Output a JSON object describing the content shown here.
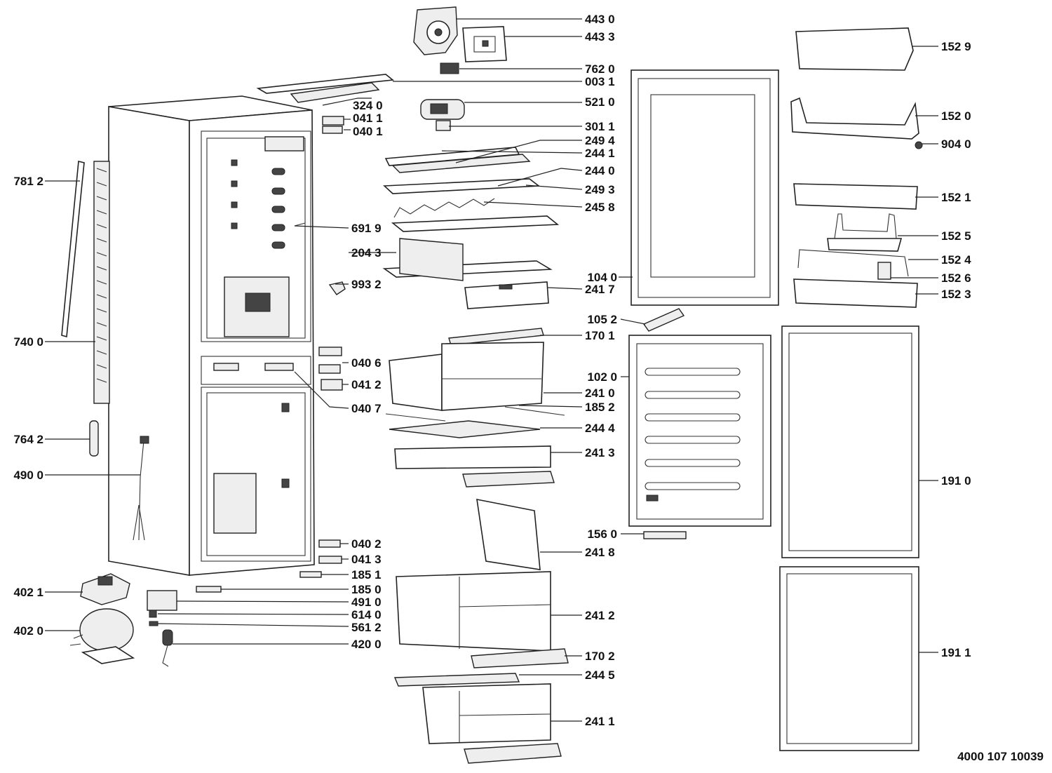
{
  "drawing_number": "4000 107 10039",
  "labels": {
    "l4430": "443 0",
    "l4433": "443 3",
    "l7620": "762 0",
    "l0031": "003 1",
    "l3240": "324 0",
    "l0411a": "041 1",
    "l0401": "040 1",
    "l5210": "521 0",
    "l3011": "301 1",
    "l2494": "249 4",
    "l2441": "244 1",
    "l2440": "244 0",
    "l2493": "249 3",
    "l2458": "245 8",
    "l6919": "691 9",
    "l2043": "204 3",
    "l9932": "993 2",
    "l2417": "241 7",
    "l1701": "170 1",
    "l0406": "040 6",
    "l0412": "041 2",
    "l2410": "241 0",
    "l0407": "040 7",
    "l1852": "185 2",
    "l2444": "244 4",
    "l2413": "241 3",
    "l2418": "241 8",
    "l0402": "040 2",
    "l0413": "041 3",
    "l1851": "185 1",
    "l1850": "185 0",
    "l4910": "491 0",
    "l6140": "614 0",
    "l5612": "561 2",
    "l4200": "420 0",
    "l2412": "241 2",
    "l1702": "170 2",
    "l2445": "244 5",
    "l2411": "241 1",
    "l7812": "781 2",
    "l7400": "740 0",
    "l7642": "764 2",
    "l4900": "490 0",
    "l4021": "402 1",
    "l4020": "402 0",
    "l1040": "104 0",
    "l1052": "105 2",
    "l1020": "102 0",
    "l1560": "156 0",
    "l1529": "152 9",
    "l1520": "152 0",
    "l9040": "904 0",
    "l1521": "152 1",
    "l1525": "152 5",
    "l1524": "152 4",
    "l1526": "152 6",
    "l1523": "152 3",
    "l1910": "191 0",
    "l1911": "191 1"
  }
}
